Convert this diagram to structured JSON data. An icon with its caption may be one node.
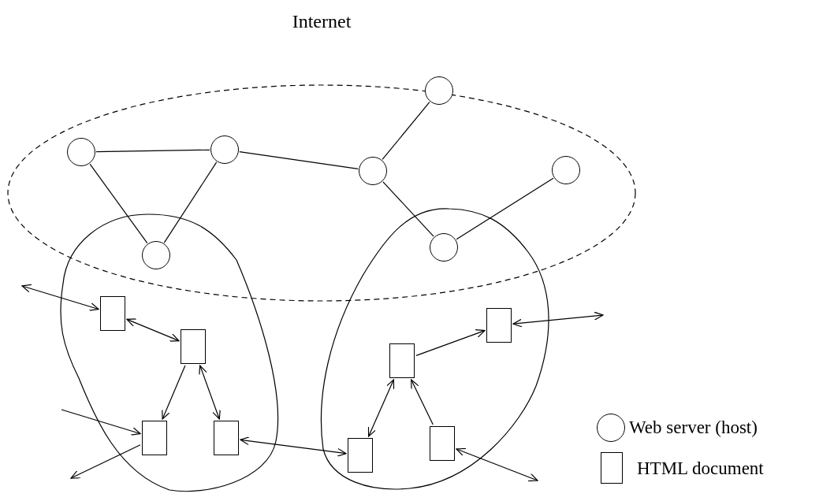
{
  "diagram": {
    "nodes": [
      {
        "text": [
          "Internet"
        ]
      },
      {
        "text": [],
        "shape": "circle",
        "in": 0
      },
      {
        "text": [],
        "shape": "circle"
      },
      {
        "text": [],
        "shape": "circle",
        "in": 0
      },
      {
        "text": [],
        "shape": "circle",
        "in": 0
      },
      {
        "text": [],
        "shape": "circle",
        "in": 0
      },
      {
        "text": [],
        "shape": "circle"
      },
      {
        "text": [],
        "shape": "circle",
        "in": 0
      },
      {
        "text": [],
        "shape": "blob"
      },
      {
        "text": [],
        "shape": "box",
        "in": 8
      },
      {
        "text": [],
        "shape": "box",
        "in": 8
      },
      {
        "text": [],
        "shape": "box",
        "in": 8
      },
      {
        "text": [],
        "shape": "box",
        "in": 8
      },
      {
        "text": [],
        "shape": "blob"
      },
      {
        "text": [],
        "shape": "box",
        "in": 13
      },
      {
        "text": [],
        "shape": "box",
        "in": 13
      },
      {
        "text": [],
        "shape": "box",
        "in": 13
      },
      {
        "text": [],
        "shape": "box",
        "in": 13
      }
    ],
    "edges": [
      {
        "from": 1,
        "to": 3,
        "arrow": "none"
      },
      {
        "from": 1,
        "to": 2,
        "arrow": "none"
      },
      {
        "from": 3,
        "to": 2,
        "arrow": "none"
      },
      {
        "from": 3,
        "to": 4,
        "arrow": "none"
      },
      {
        "from": 4,
        "to": 5,
        "arrow": "none"
      },
      {
        "from": 4,
        "to": 6,
        "arrow": "none"
      },
      {
        "from": 6,
        "to": 7,
        "arrow": "none"
      },
      {
        "from": null,
        "to": 9,
        "arrow": "both"
      },
      {
        "from": 9,
        "to": 10,
        "arrow": "both"
      },
      {
        "from": 10,
        "to": 11,
        "arrow": "to"
      },
      {
        "from": 10,
        "to": 12,
        "arrow": "both"
      },
      {
        "from": null,
        "to": 11,
        "arrow": "to"
      },
      {
        "from": 11,
        "to": null,
        "arrow": "to"
      },
      {
        "from": 12,
        "to": 14,
        "arrow": "both"
      },
      {
        "from": 15,
        "to": 17,
        "arrow": "to"
      },
      {
        "from": 17,
        "to": null,
        "arrow": "both"
      },
      {
        "from": 15,
        "to": 14,
        "arrow": "both"
      },
      {
        "from": 16,
        "to": 15,
        "arrow": "to"
      },
      {
        "from": 16,
        "to": null,
        "arrow": "both"
      }
    ],
    "legend": [
      {
        "text": "Web server (host)"
      },
      {
        "text": "HTML document"
      }
    ]
  }
}
